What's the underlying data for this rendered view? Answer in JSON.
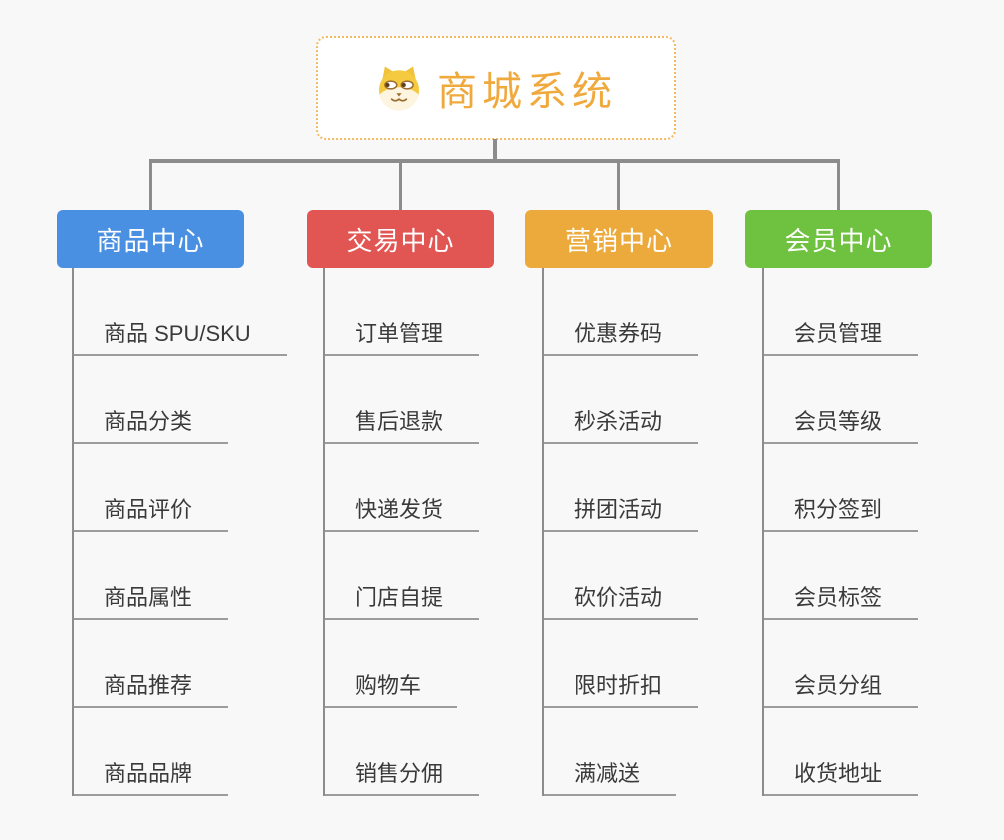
{
  "root": {
    "title": "商城系统",
    "icon": "shiba-dog-icon",
    "text_color": "#efa93d",
    "border_color": "#f2b95f"
  },
  "colors": {
    "background": "#f8f8f8",
    "connector": "#8c8c8c",
    "leaf_underline": "#9c9c9c",
    "leaf_text": "#3a3a3a"
  },
  "branches": [
    {
      "label": "商品中心",
      "color": "#4a90e2",
      "items": [
        "商品 SPU/SKU",
        "商品分类",
        "商品评价",
        "商品属性",
        "商品推荐",
        "商品品牌"
      ]
    },
    {
      "label": "交易中心",
      "color": "#e15653",
      "items": [
        "订单管理",
        "售后退款",
        "快递发货",
        "门店自提",
        "购物车",
        "销售分佣"
      ]
    },
    {
      "label": "营销中心",
      "color": "#edaa3c",
      "items": [
        "优惠券码",
        "秒杀活动",
        "拼团活动",
        "砍价活动",
        "限时折扣",
        "满减送"
      ]
    },
    {
      "label": "会员中心",
      "color": "#6fc140",
      "items": [
        "会员管理",
        "会员等级",
        "积分签到",
        "会员标签",
        "会员分组",
        "收货地址"
      ]
    }
  ]
}
